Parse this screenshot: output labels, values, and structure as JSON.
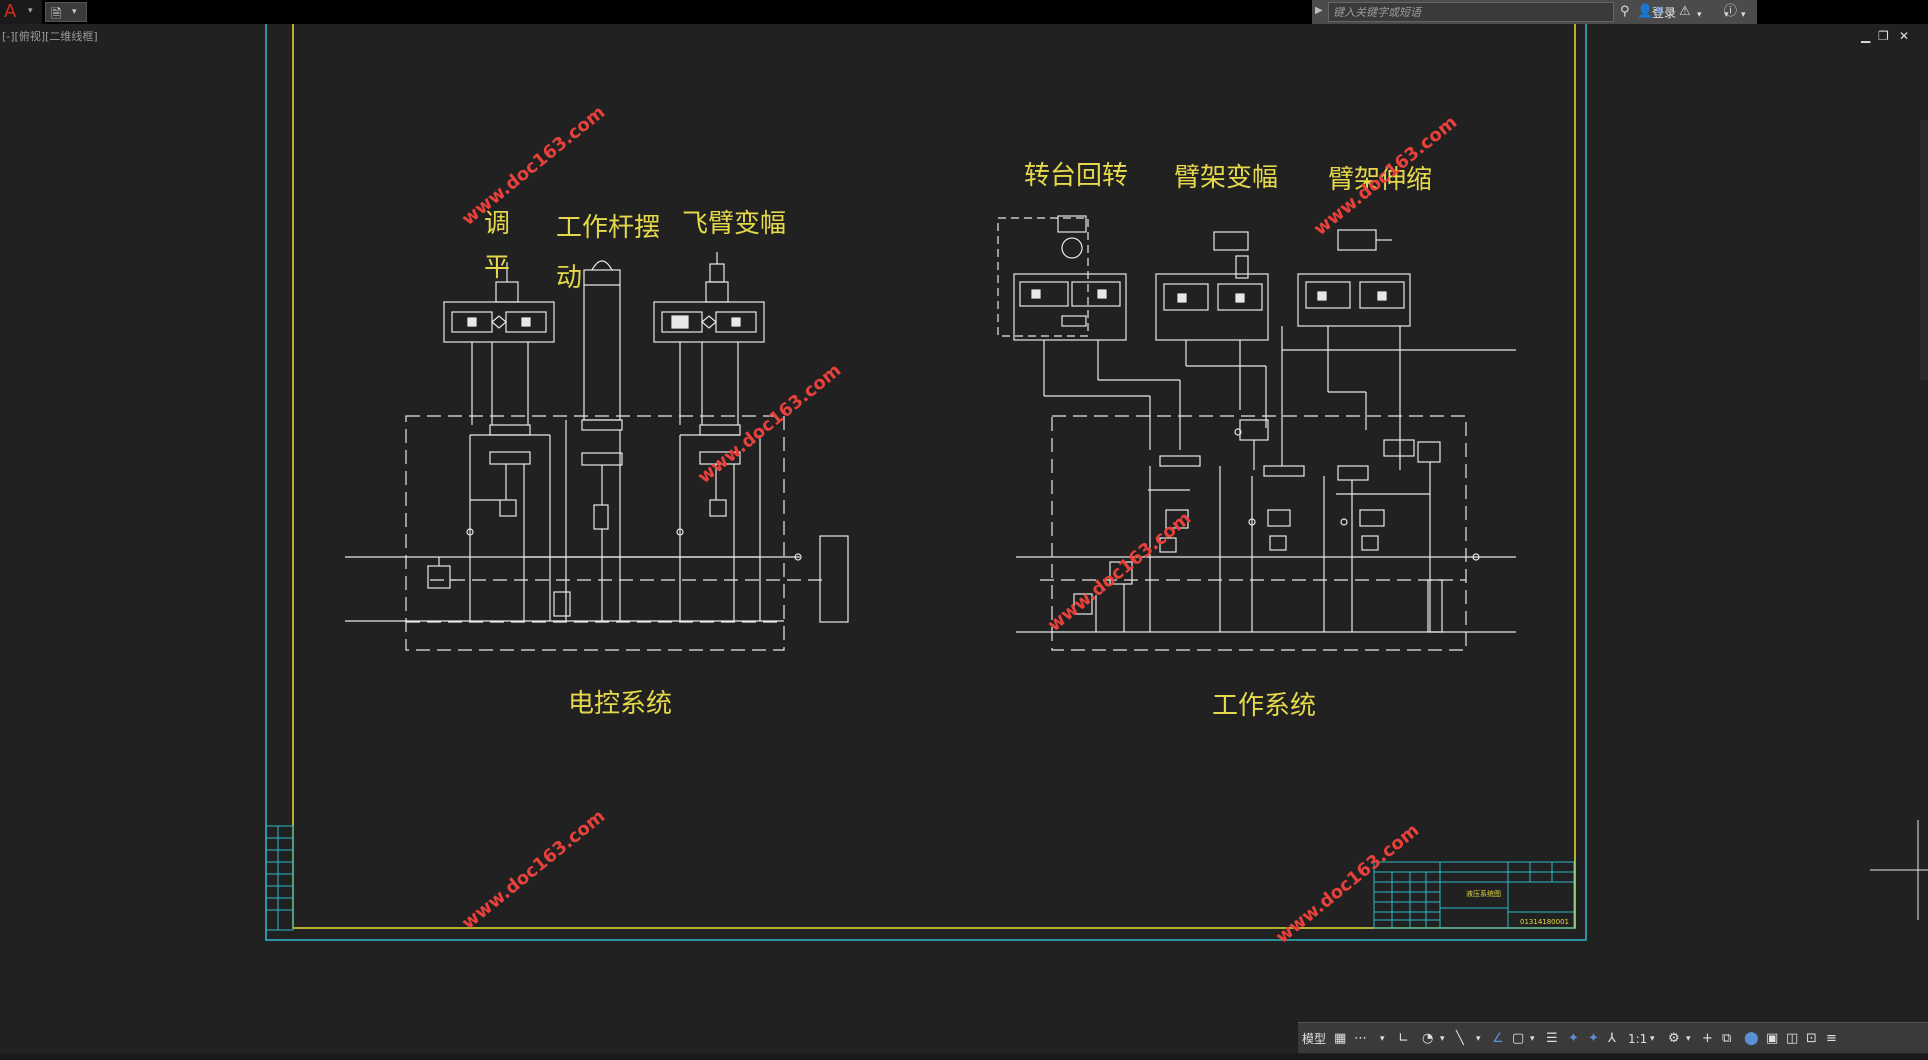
{
  "app": {
    "logo": "A",
    "quick_access_icon": "document-icon"
  },
  "search": {
    "placeholder": "键入关键字或短语"
  },
  "user": {
    "login_label": "登录"
  },
  "viewport": {
    "label": "[-][俯视][二维线框]"
  },
  "drawing": {
    "labels": {
      "tiaoping_1": "调",
      "tiaoping_2": "平",
      "gongzuo_1": "工作杆摆",
      "gongzuo_2": "动",
      "feibi": "飞臂变幅",
      "zhuantai": "转台回转",
      "bijia_bianfu": "臂架变幅",
      "bijia_shensuo": "臂架伸缩",
      "diankong": "电控系统",
      "gongzuo_sys": "工作系统"
    },
    "watermark": "www.doc163.com",
    "title_block": {
      "name": "液压系统图",
      "number": "01314180001"
    },
    "colors": {
      "frame_outer": "#2fb7c8",
      "frame_inner": "#e6e034",
      "lines": "#e8e8e8",
      "text_cn": "#e5d84a",
      "watermark": "#e6413b"
    }
  },
  "status": {
    "model": "模型",
    "scale": "1:1"
  }
}
